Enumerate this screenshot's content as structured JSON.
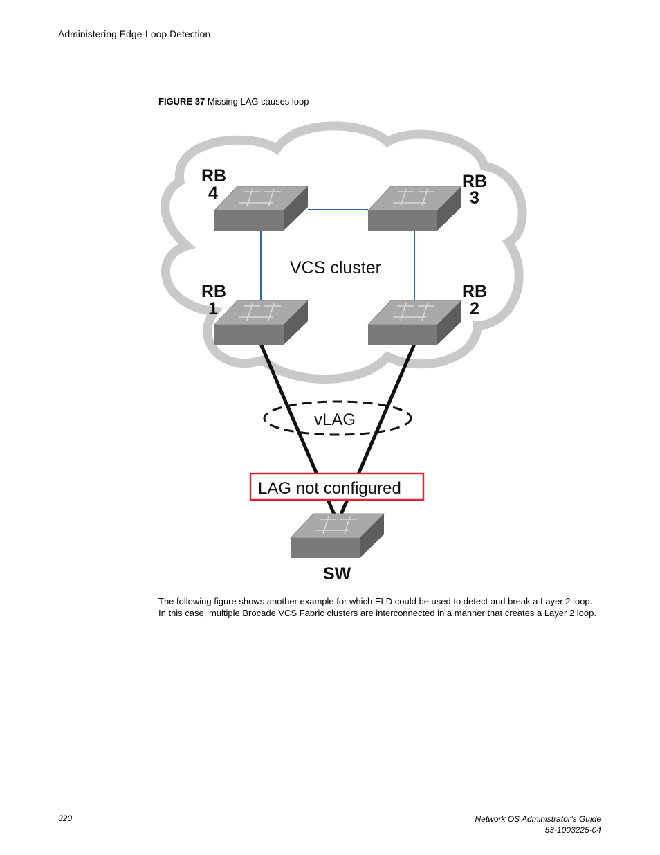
{
  "header": {
    "section_title": "Administering Edge-Loop Detection"
  },
  "figure": {
    "label": "FIGURE 37",
    "caption": "Missing LAG causes loop",
    "nodes": {
      "rb4": {
        "line1": "RB",
        "line2": "4"
      },
      "rb3": {
        "line1": "RB",
        "line2": "3"
      },
      "rb1": {
        "line1": "RB",
        "line2": "1"
      },
      "rb2": {
        "line1": "RB",
        "line2": "2"
      },
      "sw": "SW"
    },
    "cluster_label": "VCS cluster",
    "vlag_label": "vLAG",
    "alert_label": "LAG not configured",
    "colors": {
      "alert_border": "#d7262e",
      "link_blue": "#2a6aa0",
      "cloud": "#c9c9c9"
    }
  },
  "body": {
    "paragraph": "The following figure shows another example for which ELD could be used to detect and break a Layer 2 loop. In this case, multiple Brocade VCS Fabric clusters are interconnected in a manner that creates a Layer 2 loop."
  },
  "footer": {
    "page_number": "320",
    "doc_title": "Network OS Administrator’s Guide",
    "doc_number": "53-1003225-04"
  }
}
